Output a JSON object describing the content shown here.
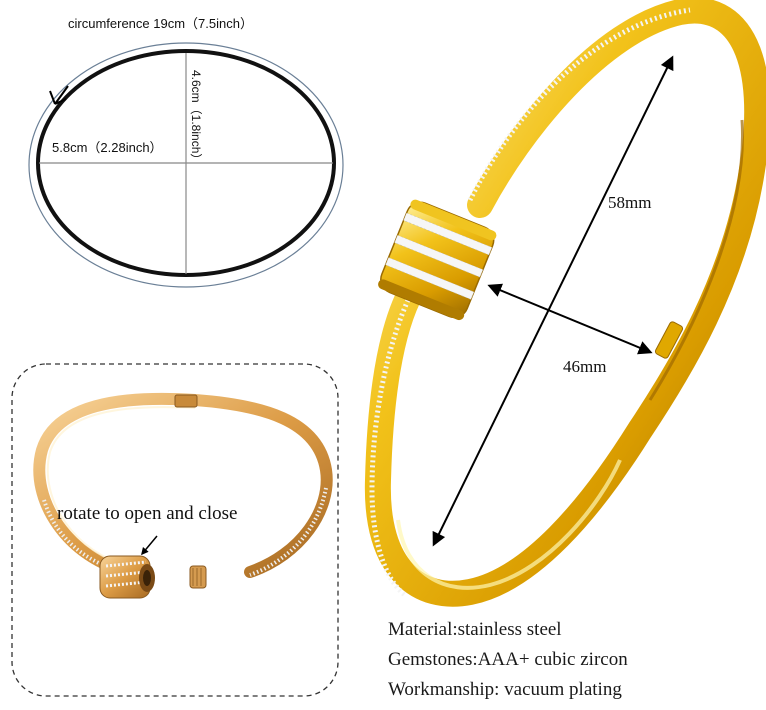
{
  "size_diagram": {
    "circumference_label": "circumference      19cm（7.5inch）",
    "width_label": "5.8cm（2.28inch）",
    "height_label": "4.6cm（1.8inch）"
  },
  "bangle_dimensions": {
    "length_label": "58mm",
    "width_label": "46mm"
  },
  "open_demo": {
    "caption": "rotate to open and close"
  },
  "specs": [
    "Material:stainless steel",
    "Gemstones:AAA+ cubic zircon",
    "Workmanship: vacuum plating"
  ],
  "colors": {
    "gold": "#e0a800",
    "gold_dark": "#b07c00",
    "rose_gold": "#d99a3c",
    "ellipse": "#111111",
    "ellipse_outer": "#6a7f96"
  }
}
